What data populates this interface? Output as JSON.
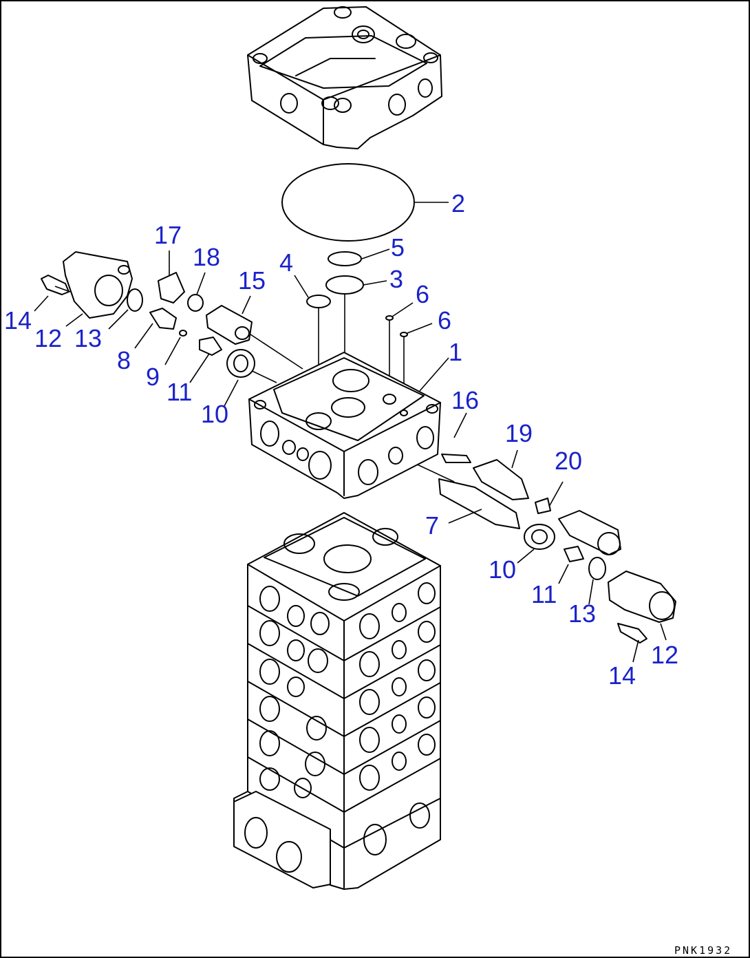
{
  "callouts": {
    "c1": "1",
    "c2": "2",
    "c3": "3",
    "c4": "4",
    "c5": "5",
    "c6a": "6",
    "c6b": "6",
    "c7": "7",
    "c8": "8",
    "c9": "9",
    "c10a": "10",
    "c10b": "10",
    "c11a": "11",
    "c11b": "11",
    "c12a": "12",
    "c12b": "12",
    "c13a": "13",
    "c13b": "13",
    "c14a": "14",
    "c14b": "14",
    "c15": "15",
    "c16": "16",
    "c17": "17",
    "c18": "18",
    "c19": "19",
    "c20": "20"
  },
  "drawing_code": "PNK1932",
  "colors": {
    "callout": "#1a22c9",
    "line": "#000000",
    "background": "#ffffff"
  }
}
